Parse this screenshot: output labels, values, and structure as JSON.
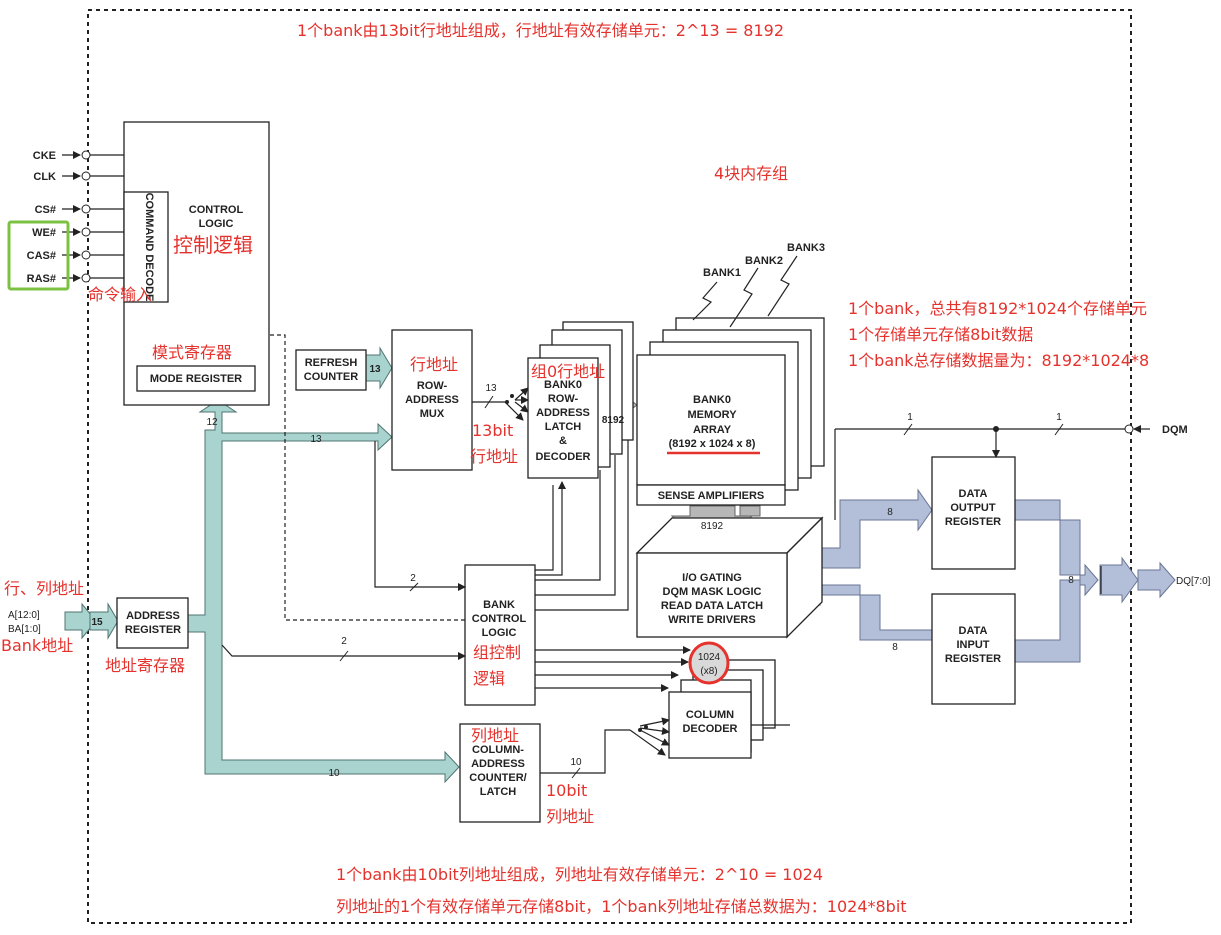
{
  "notes": {
    "top": "1个bank由13bit行地址组成，行地址有效存储单元：2^13 = 8192",
    "bank_groups": "4块内存组",
    "bank_capacity_1": "1个bank，总共有8192*1024个存储单元",
    "bank_capacity_2": "1个存储单元存储8bit数据",
    "bank_capacity_3": "1个bank总存储数据量为：8192*1024*8",
    "bottom_1": "1个bank由10bit列地址组成，列地址有效存储单元：2^10 = 1024",
    "bottom_2": "列地址的1个有效存储单元存储8bit，1个bank列地址存储总数据为：1024*8bit"
  },
  "annotations": {
    "control_logic": "控制逻辑",
    "command_input": "命令输入",
    "mode_register": "模式寄存器",
    "row_address": "行地址",
    "bank0_row": "组0行地址",
    "row_13bit_1": "13bit",
    "row_13bit_2": "行地址",
    "row_col_address": "行、列地址",
    "bank_address": "Bank地址",
    "address_register": "地址寄存器",
    "bank_control_1": "组控制",
    "bank_control_2": "逻辑",
    "column_address": "列地址",
    "col_10bit_1": "10bit",
    "col_10bit_2": "列地址"
  },
  "signals": {
    "cke": "CKE",
    "clk": "CLK",
    "cs": "CS#",
    "we": "WE#",
    "cas": "CAS#",
    "ras": "RAS#",
    "addr": "A[12:0]",
    "ba": "BA[1:0]",
    "dqm": "DQM",
    "dq": "DQ[7:0]"
  },
  "blocks": {
    "control_logic_1": "CONTROL",
    "control_logic_2": "LOGIC",
    "command_decode": "COMMAND DECODE",
    "mode_register": "MODE REGISTER",
    "refresh_1": "REFRESH",
    "refresh_2": "COUNTER",
    "row_mux_1": "ROW-",
    "row_mux_2": "ADDRESS",
    "row_mux_3": "MUX",
    "row_latch_1": "BANK0",
    "row_latch_2": "ROW-",
    "row_latch_3": "ADDRESS",
    "row_latch_4": "LATCH",
    "row_latch_5": "&",
    "row_latch_6": "DECODER",
    "bank0_1": "BANK0",
    "bank0_2": "MEMORY",
    "bank0_3": "ARRAY",
    "bank0_4": "(8192 x 1024 x 8)",
    "bank1": "BANK1",
    "bank2": "BANK2",
    "bank3": "BANK3",
    "sense_amps": "SENSE AMPLIFIERS",
    "io_1": "I/O GATING",
    "io_2": "DQM MASK LOGIC",
    "io_3": "READ DATA LATCH",
    "io_4": "WRITE DRIVERS",
    "dout_1": "DATA",
    "dout_2": "OUTPUT",
    "dout_3": "REGISTER",
    "din_1": "DATA",
    "din_2": "INPUT",
    "din_3": "REGISTER",
    "addr_reg_1": "ADDRESS",
    "addr_reg_2": "REGISTER",
    "bank_ctrl_1": "BANK",
    "bank_ctrl_2": "CONTROL",
    "bank_ctrl_3": "LOGIC",
    "col_counter_1": "COLUMN-",
    "col_counter_2": "ADDRESS",
    "col_counter_3": "COUNTER/",
    "col_counter_4": "LATCH",
    "col_decoder_1": "COLUMN",
    "col_decoder_2": "DECODER",
    "col_width_1": "1024",
    "col_width_2": "(x8)"
  },
  "bus_widths": {
    "w13a": "13",
    "w13b": "13",
    "w13c": "13",
    "w12": "12",
    "w15": "15",
    "w8192a": "8192",
    "w8192b": "8192",
    "w2a": "2",
    "w2b": "2",
    "w10a": "10",
    "w10b": "10",
    "w8a": "8",
    "w8b": "8",
    "w8c": "8",
    "w1a": "1",
    "w1b": "1"
  },
  "colors": {
    "annotation": "#e5322d",
    "address_bus": "#a9d3cf",
    "data_bus": "#b3bfd9",
    "highlight_box": "#7cc242"
  }
}
